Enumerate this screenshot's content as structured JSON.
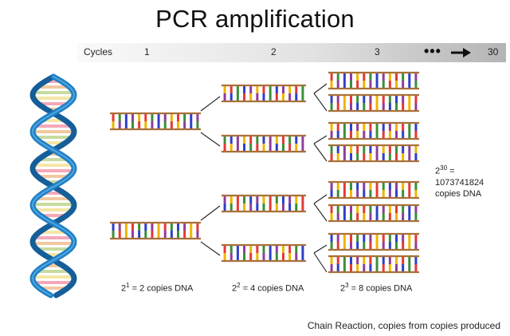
{
  "title": "PCR amplification",
  "cycles_bar": {
    "label": "Cycles",
    "markers": [
      "1",
      "2",
      "3"
    ],
    "ellipsis": "•••",
    "end": "30"
  },
  "copies_labels": [
    {
      "base": "2",
      "exp": "1",
      "text": " = 2 copies DNA"
    },
    {
      "base": "2",
      "exp": "2",
      "text": " = 4 copies DNA"
    },
    {
      "base": "2",
      "exp": "3",
      "text": " = 8 copies DNA"
    }
  ],
  "total": {
    "base": "2",
    "exp": "30",
    "eq": " =",
    "value": "1073741824",
    "unit": "copies DNA"
  },
  "caption": "Chain Reaction, copies from copies produced",
  "colors": {
    "strand": "#a8703a",
    "helix_backbone": "#1f7fc4",
    "rung_palette": [
      "#e53935",
      "#2e3fc9",
      "#f0b400",
      "#3a8f3a",
      "#8e3d9c"
    ],
    "helix_rungs": [
      "#f4a9b8",
      "#f2c9a0",
      "#c8dba0",
      "#f5e6a6"
    ]
  }
}
